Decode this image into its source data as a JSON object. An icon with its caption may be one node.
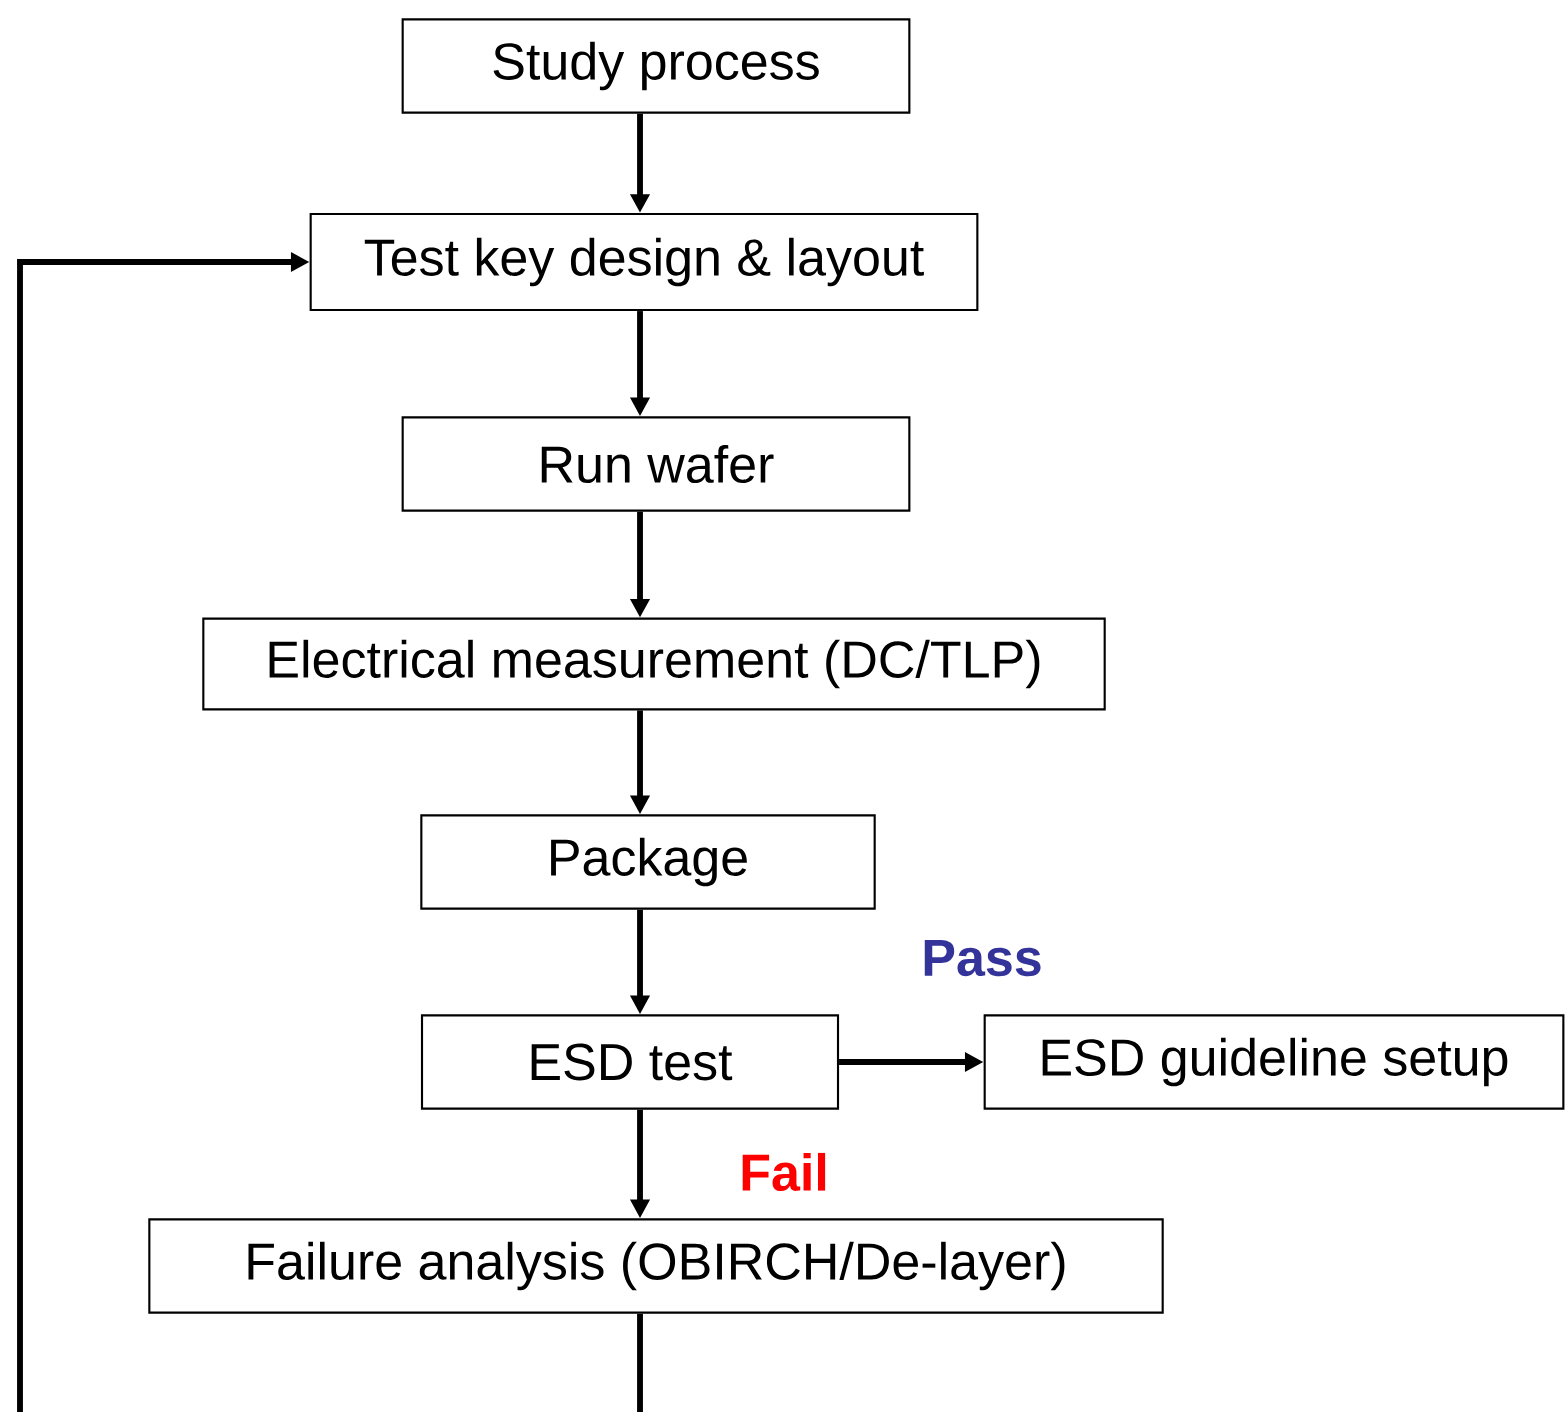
{
  "diagram": {
    "nodes": [
      {
        "text": [
          "Study process"
        ]
      },
      {
        "text": [
          "Test key design & layout"
        ]
      },
      {
        "text": [
          "Run wafer"
        ]
      },
      {
        "text": [
          "Electrical measurement (DC/TLP)"
        ]
      },
      {
        "text": [
          "Package"
        ]
      },
      {
        "text": [
          "ESD test"
        ]
      },
      {
        "text": [
          "ESD guideline setup"
        ]
      },
      {
        "text": [
          "Failure analysis (OBIRCH/De-layer)"
        ]
      }
    ],
    "edges": [
      {
        "from": 0,
        "to": 1,
        "arrow": "to"
      },
      {
        "from": 1,
        "to": 2,
        "arrow": "to"
      },
      {
        "from": 2,
        "to": 3,
        "arrow": "to"
      },
      {
        "from": 3,
        "to": 4,
        "arrow": "to"
      },
      {
        "from": 4,
        "to": 5,
        "arrow": "to"
      },
      {
        "from": 5,
        "to": 6,
        "arrow": "to",
        "label": "Pass"
      },
      {
        "from": 5,
        "to": 7,
        "arrow": "to",
        "label": "Fail"
      },
      {
        "from": 7,
        "to": 1,
        "arrow": "to"
      }
    ]
  }
}
